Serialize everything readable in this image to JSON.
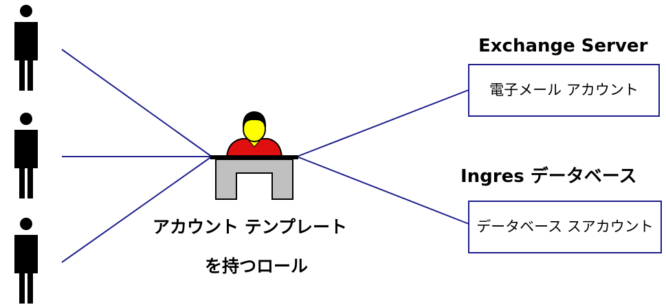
{
  "role": {
    "caption_line1": "アカウント テンプレート",
    "caption_line2": "を持つロール"
  },
  "systems": [
    {
      "title": "Exchange Server",
      "account": "電子メール アカウント"
    },
    {
      "title": "Ingres データベース",
      "account": "データベース スアカウント"
    }
  ],
  "colors": {
    "connector": "#1c1c8c",
    "person": "#000000",
    "operator_shirt": "#e01010",
    "operator_face": "#ffff00",
    "desk": "#c0c0c0"
  }
}
